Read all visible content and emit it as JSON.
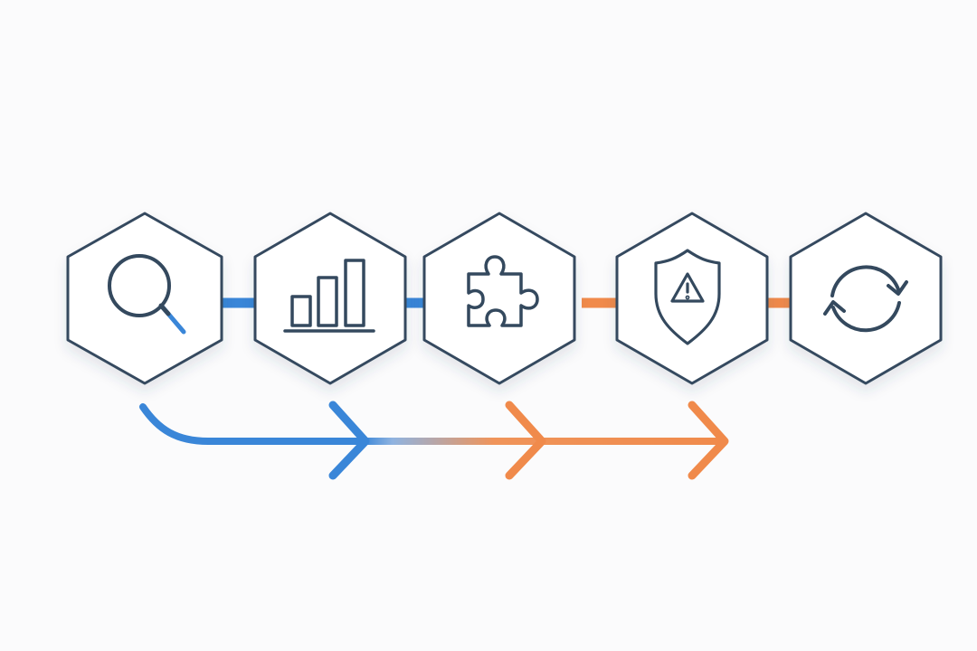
{
  "colors": {
    "outline": "#34495e",
    "blue": "#3a86d8",
    "orange": "#f08a4b",
    "background": "#fbfbfc"
  },
  "steps": [
    {
      "icon": "magnifier-icon",
      "connector_color": "blue"
    },
    {
      "icon": "bar-chart-icon",
      "connector_color": "blue"
    },
    {
      "icon": "puzzle-piece-icon",
      "connector_color": "orange"
    },
    {
      "icon": "shield-warning-icon",
      "connector_color": "orange"
    },
    {
      "icon": "refresh-cycle-icon"
    }
  ],
  "flow_arrow": {
    "from_color": "blue",
    "to_color": "orange",
    "chevrons": 3
  }
}
